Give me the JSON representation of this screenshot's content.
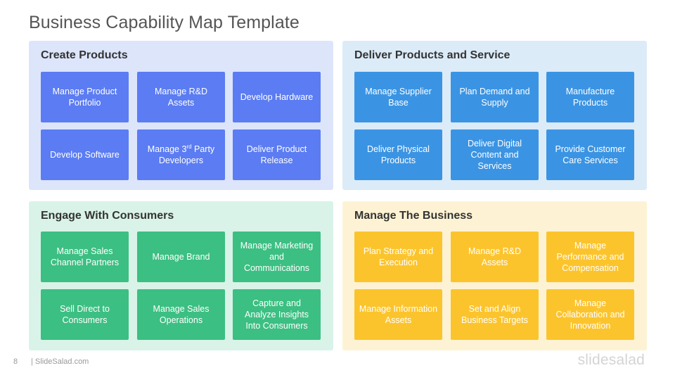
{
  "slide": {
    "title": "Business Capability Map Template",
    "page_number": "8",
    "footer_text": "| SlideSalad.com",
    "logo_text": "slidesalad"
  },
  "colors": {
    "q1_bg": "#dde5fb",
    "q1_box": "#5b7cf2",
    "q2_bg": "#dcebf8",
    "q2_box": "#3b94e3",
    "q3_bg": "#d9f3e8",
    "q3_box": "#3cbf82",
    "q4_bg": "#fdf3d4",
    "q4_box": "#fcc42c"
  },
  "quadrants": [
    {
      "heading": "Create Products",
      "boxes": [
        "Manage Product Portfolio",
        "Manage R&D Assets",
        "Develop Hardware",
        "Develop Software",
        "Manage 3rd Party Developers",
        "Deliver Product Release"
      ]
    },
    {
      "heading": "Deliver Products and Service",
      "boxes": [
        "Manage Supplier Base",
        "Plan Demand and Supply",
        "Manufacture Products",
        "Deliver Physical Products",
        "Deliver Digital Content and Services",
        "Provide Customer Care Services"
      ]
    },
    {
      "heading": "Engage With Consumers",
      "boxes": [
        "Manage Sales Channel Partners",
        "Manage Brand",
        "Manage Marketing and Communications",
        "Sell Direct to Consumers",
        "Manage Sales Operations",
        "Capture and Analyze Insights Into Consumers"
      ]
    },
    {
      "heading": "Manage The Business",
      "boxes": [
        "Plan Strategy and Execution",
        "Manage R&D Assets",
        "Manage Performance and Compensation",
        "Manage Information Assets",
        "Set and Align Business Targets",
        "Manage Collaboration and Innovation"
      ]
    }
  ]
}
